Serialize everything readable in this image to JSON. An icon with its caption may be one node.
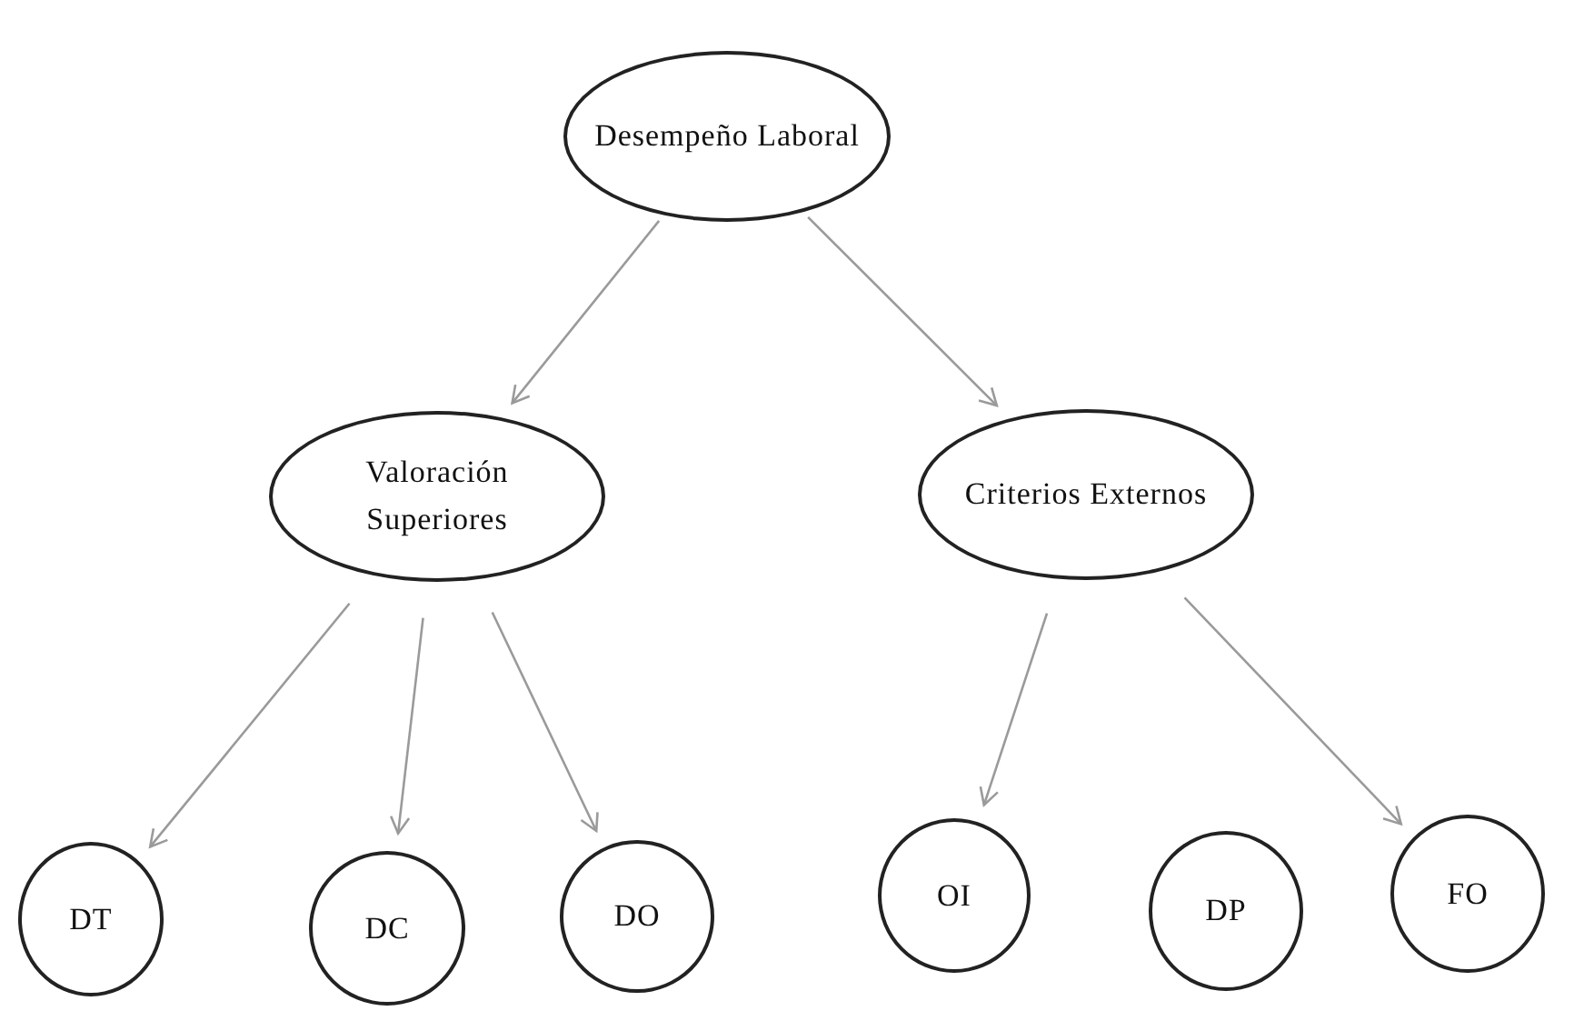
{
  "diagram": {
    "nodes": [
      {
        "text": [
          "Desempeño Laboral"
        ]
      },
      {
        "text": [
          "Valoración Superiores"
        ]
      },
      {
        "text": [
          "Criterios Externos"
        ]
      },
      {
        "text": [
          "DT"
        ]
      },
      {
        "text": [
          "DC"
        ]
      },
      {
        "text": [
          "DO"
        ]
      },
      {
        "text": [
          "OI"
        ]
      },
      {
        "text": [
          "DP"
        ]
      },
      {
        "text": [
          "FO"
        ]
      }
    ],
    "edges": [
      {
        "from": 0,
        "to": 1,
        "arrow": "to"
      },
      {
        "from": 0,
        "to": 2,
        "arrow": "to"
      },
      {
        "from": 1,
        "to": 3,
        "arrow": "to"
      },
      {
        "from": 1,
        "to": 4,
        "arrow": "to"
      },
      {
        "from": 1,
        "to": 5,
        "arrow": "to"
      },
      {
        "from": 2,
        "to": 6,
        "arrow": "to"
      },
      {
        "from": 2,
        "to": 8,
        "arrow": "to"
      }
    ]
  }
}
